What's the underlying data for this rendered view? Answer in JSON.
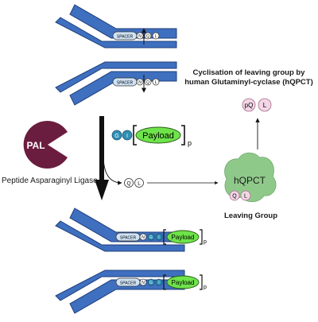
{
  "labels": {
    "spacer": "SPACER",
    "n": "N",
    "g": "G",
    "i": "I",
    "q": "Q",
    "l": "L",
    "pq": "pQ",
    "payload": "Payload",
    "p": "p",
    "pal": "PAL",
    "pal_caption": "Peptide Asparaginyl Ligase",
    "hqpct": "hQPCT",
    "leaving_group": "Leaving Group",
    "title": "Cyclisation of leaving group by human Glutaminyl-cyclase (hQPCT)"
  },
  "colors": {
    "antibody": "#3f6fbf",
    "antibody_stroke": "#1f3f7a",
    "spacer_fill": "#cfe3f5",
    "teal_residue": "#2f8fb5",
    "payload": "#6ee34a",
    "pal": "#6b1d3f",
    "hqpct": "#8fc98a",
    "pink_residue": "#f3d6e6",
    "arrow": "#111111"
  }
}
